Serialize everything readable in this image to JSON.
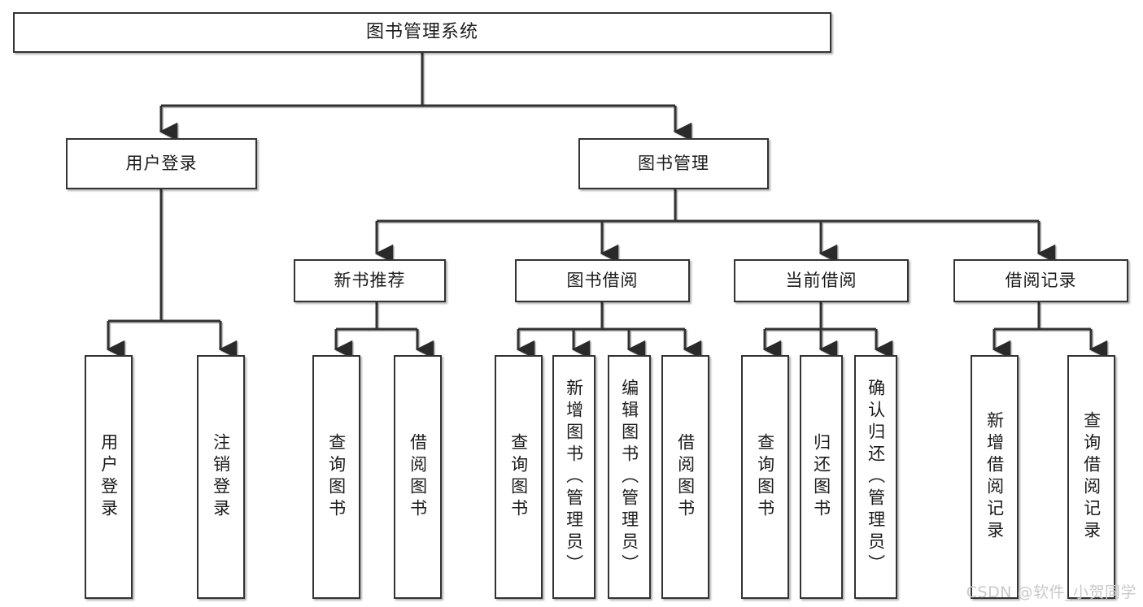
{
  "diagram": {
    "type": "tree",
    "title_text": "图书管理系统",
    "watermark": "CSDN @软件_小贺同学",
    "colors": {
      "box_border": "#333333",
      "box_fill": "#ffffff",
      "edge": "#333333",
      "text": "#1b1b1b",
      "watermark": "#c9c9c9"
    },
    "root": {
      "label": "图书管理系统"
    },
    "level2": [
      {
        "label": "用户登录"
      },
      {
        "label": "图书管理"
      }
    ],
    "level3": [
      {
        "label": "新书推荐"
      },
      {
        "label": "图书借阅"
      },
      {
        "label": "当前借阅"
      },
      {
        "label": "借阅记录"
      }
    ],
    "leaves": [
      {
        "label": "用户登录",
        "parent": "用户登录"
      },
      {
        "label": "注销登录",
        "parent": "用户登录"
      },
      {
        "label": "查询图书",
        "parent": "新书推荐"
      },
      {
        "label": "借阅图书",
        "parent": "新书推荐"
      },
      {
        "label": "查询图书",
        "parent": "图书借阅"
      },
      {
        "label": "新增图书（管理员）",
        "parent": "图书借阅"
      },
      {
        "label": "编辑图书（管理员）",
        "parent": "图书借阅"
      },
      {
        "label": "借阅图书",
        "parent": "图书借阅"
      },
      {
        "label": "查询图书",
        "parent": "当前借阅"
      },
      {
        "label": "归还图书",
        "parent": "当前借阅"
      },
      {
        "label": "确认归还（管理员）",
        "parent": "当前借阅"
      },
      {
        "label": "新增借阅记录",
        "parent": "借阅记录"
      },
      {
        "label": "查询借阅记录",
        "parent": "借阅记录"
      }
    ]
  }
}
